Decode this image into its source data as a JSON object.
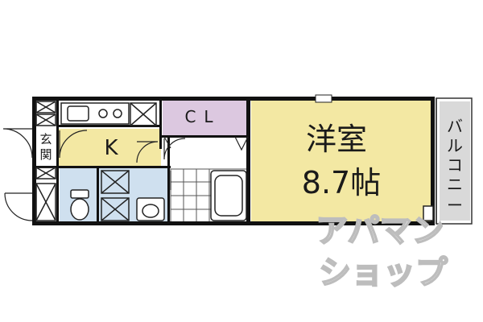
{
  "rooms": {
    "western_room": {
      "name": "洋室",
      "size": "8.7帖"
    },
    "kitchen": "K",
    "closet": "CL",
    "entrance": [
      "玄",
      "関"
    ],
    "balcony": [
      "バ",
      "ル",
      "コ",
      "ニ",
      "ー"
    ]
  },
  "watermark": {
    "line1": "アパマン",
    "line2": "ショップ"
  },
  "colors": {
    "wall": "#111111",
    "western_room": "#f3e8a3",
    "kitchen": "#f3e8a3",
    "closet": "#dcc8e0",
    "wet_area": "#cfe0ef",
    "balcony": "#d9d9d9",
    "watermark": "#c8c8c8"
  }
}
